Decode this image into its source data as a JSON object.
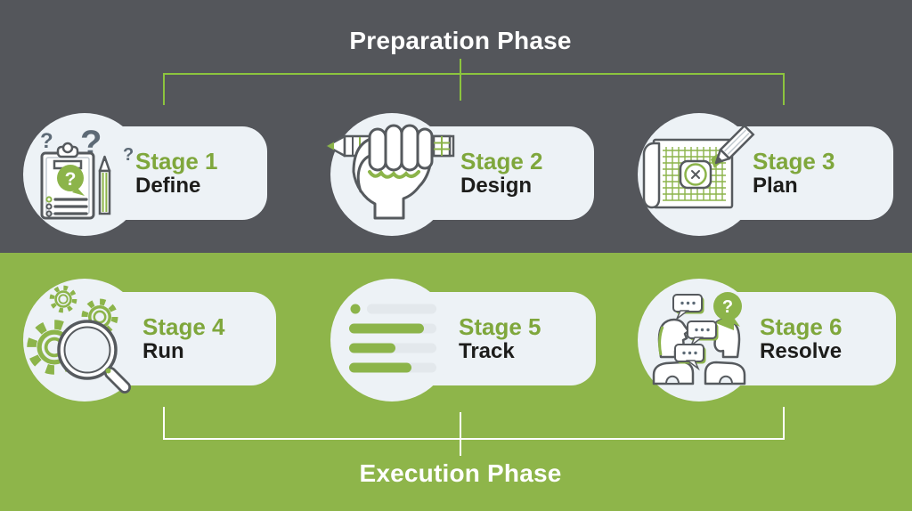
{
  "header": {
    "title": "Preparation Phase"
  },
  "footer": {
    "title": "Execution Phase"
  },
  "stages": [
    {
      "stage": "Stage 1",
      "name": "Define",
      "icon": "clipboard-question-icon"
    },
    {
      "stage": "Stage 2",
      "name": "Design",
      "icon": "fist-pencil-icon"
    },
    {
      "stage": "Stage 3",
      "name": "Plan",
      "icon": "blueprint-icon"
    },
    {
      "stage": "Stage 4",
      "name": "Run",
      "icon": "gears-magnifier-icon"
    },
    {
      "stage": "Stage 5",
      "name": "Track",
      "icon": "progress-bars-icon"
    },
    {
      "stage": "Stage 6",
      "name": "Resolve",
      "icon": "discussion-icon"
    }
  ],
  "icon_glyphs": {
    "question_mark": "?",
    "bubble_dots": "..."
  },
  "colors": {
    "top_background": "#54565b",
    "bottom_background": "#8eb54a",
    "card": "#edf2f6",
    "stage_number_green": "#7fa73c",
    "icon_green": "#8cb44a",
    "bracket_green": "#8cc43e",
    "bracket_white": "#ffffff",
    "heading_text": "#ffffff",
    "stage_name_text": "#1d1d1b",
    "icon_outline": "#565a5e",
    "question_gray": "#5d6a76",
    "bar_gray": "#e3e8ec"
  }
}
